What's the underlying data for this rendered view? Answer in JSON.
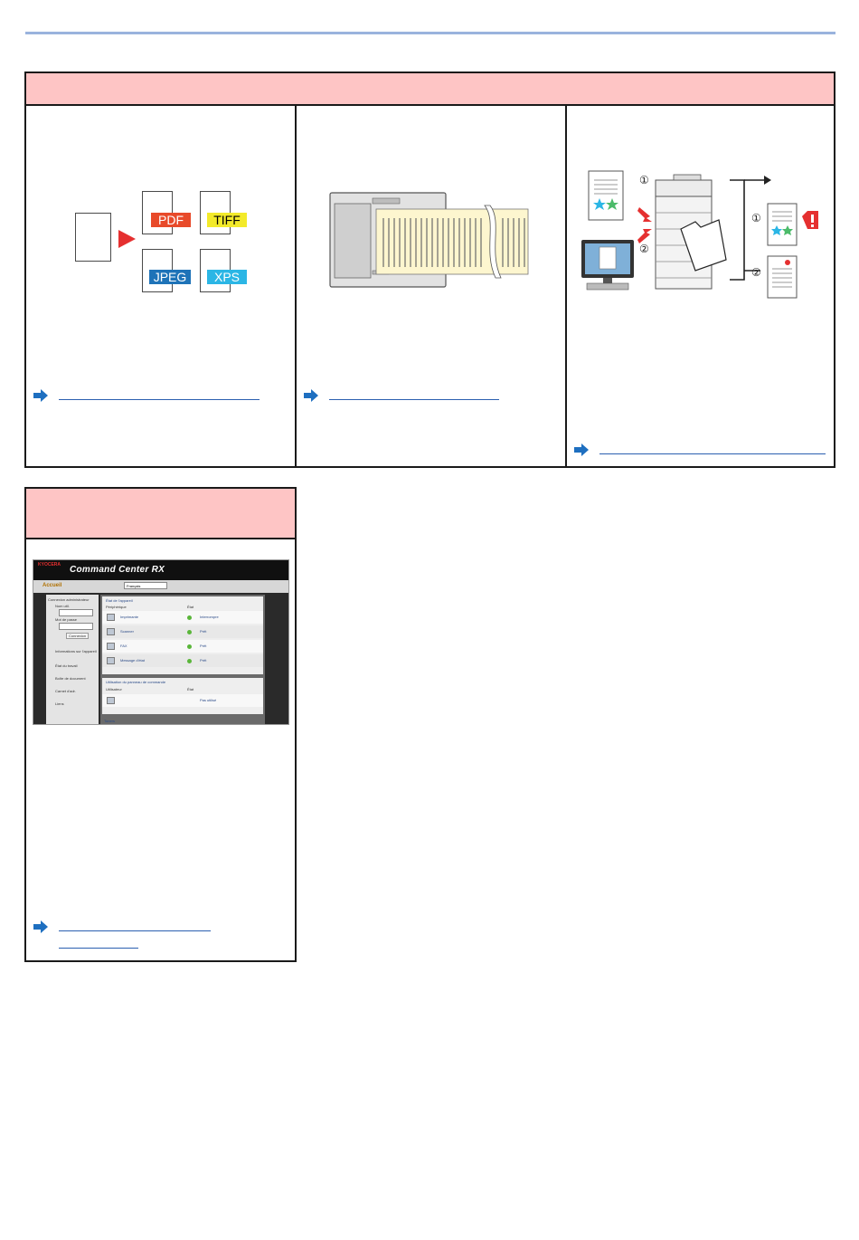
{
  "document": {
    "panel1": {
      "header": "",
      "col1": {
        "formats": [
          {
            "label": "PDF",
            "color": "#e84a2a"
          },
          {
            "label": "TIFF",
            "color": "#f3ea2a"
          },
          {
            "label": "JPEG",
            "color": "#1e73b8"
          },
          {
            "label": "XPS",
            "color": "#2bb6e5"
          }
        ]
      },
      "col2": {},
      "col3": {
        "markers": [
          "①",
          "②",
          "①",
          "②"
        ]
      }
    },
    "panel2": {
      "header": "",
      "screenshot": {
        "brand": "KYOCERA",
        "title": "Command Center RX",
        "home": "Accueil",
        "language": "Français",
        "sidebar": [
          "Connexion administrateur",
          "Nom util.",
          "Mot de passe",
          "Connexion",
          "Informations sur l'appareil",
          "État du travail",
          "Boîte de document",
          "Carnet d'adr.",
          "Liens"
        ],
        "main_heading": "État de l'appareil",
        "col_periph": "Périphérique",
        "col_etat": "État",
        "rows": [
          {
            "name": "Imprimante",
            "status": "Interrompre"
          },
          {
            "name": "Scanner",
            "status": "Prêt"
          },
          {
            "name": "FAX",
            "status": "Prêt"
          },
          {
            "name": "Message d'état",
            "status": "Prêt"
          }
        ],
        "panel_heading": "Utilisation du panneau de commande",
        "col_user": "Utilisateur",
        "col_etat2": "État",
        "user_status": "Pas utilisé",
        "footer": "Toners"
      }
    },
    "colors": {
      "header_bg": "#fec5c5",
      "link": "#2b5fb0",
      "rule": "#9ab3dd"
    }
  }
}
